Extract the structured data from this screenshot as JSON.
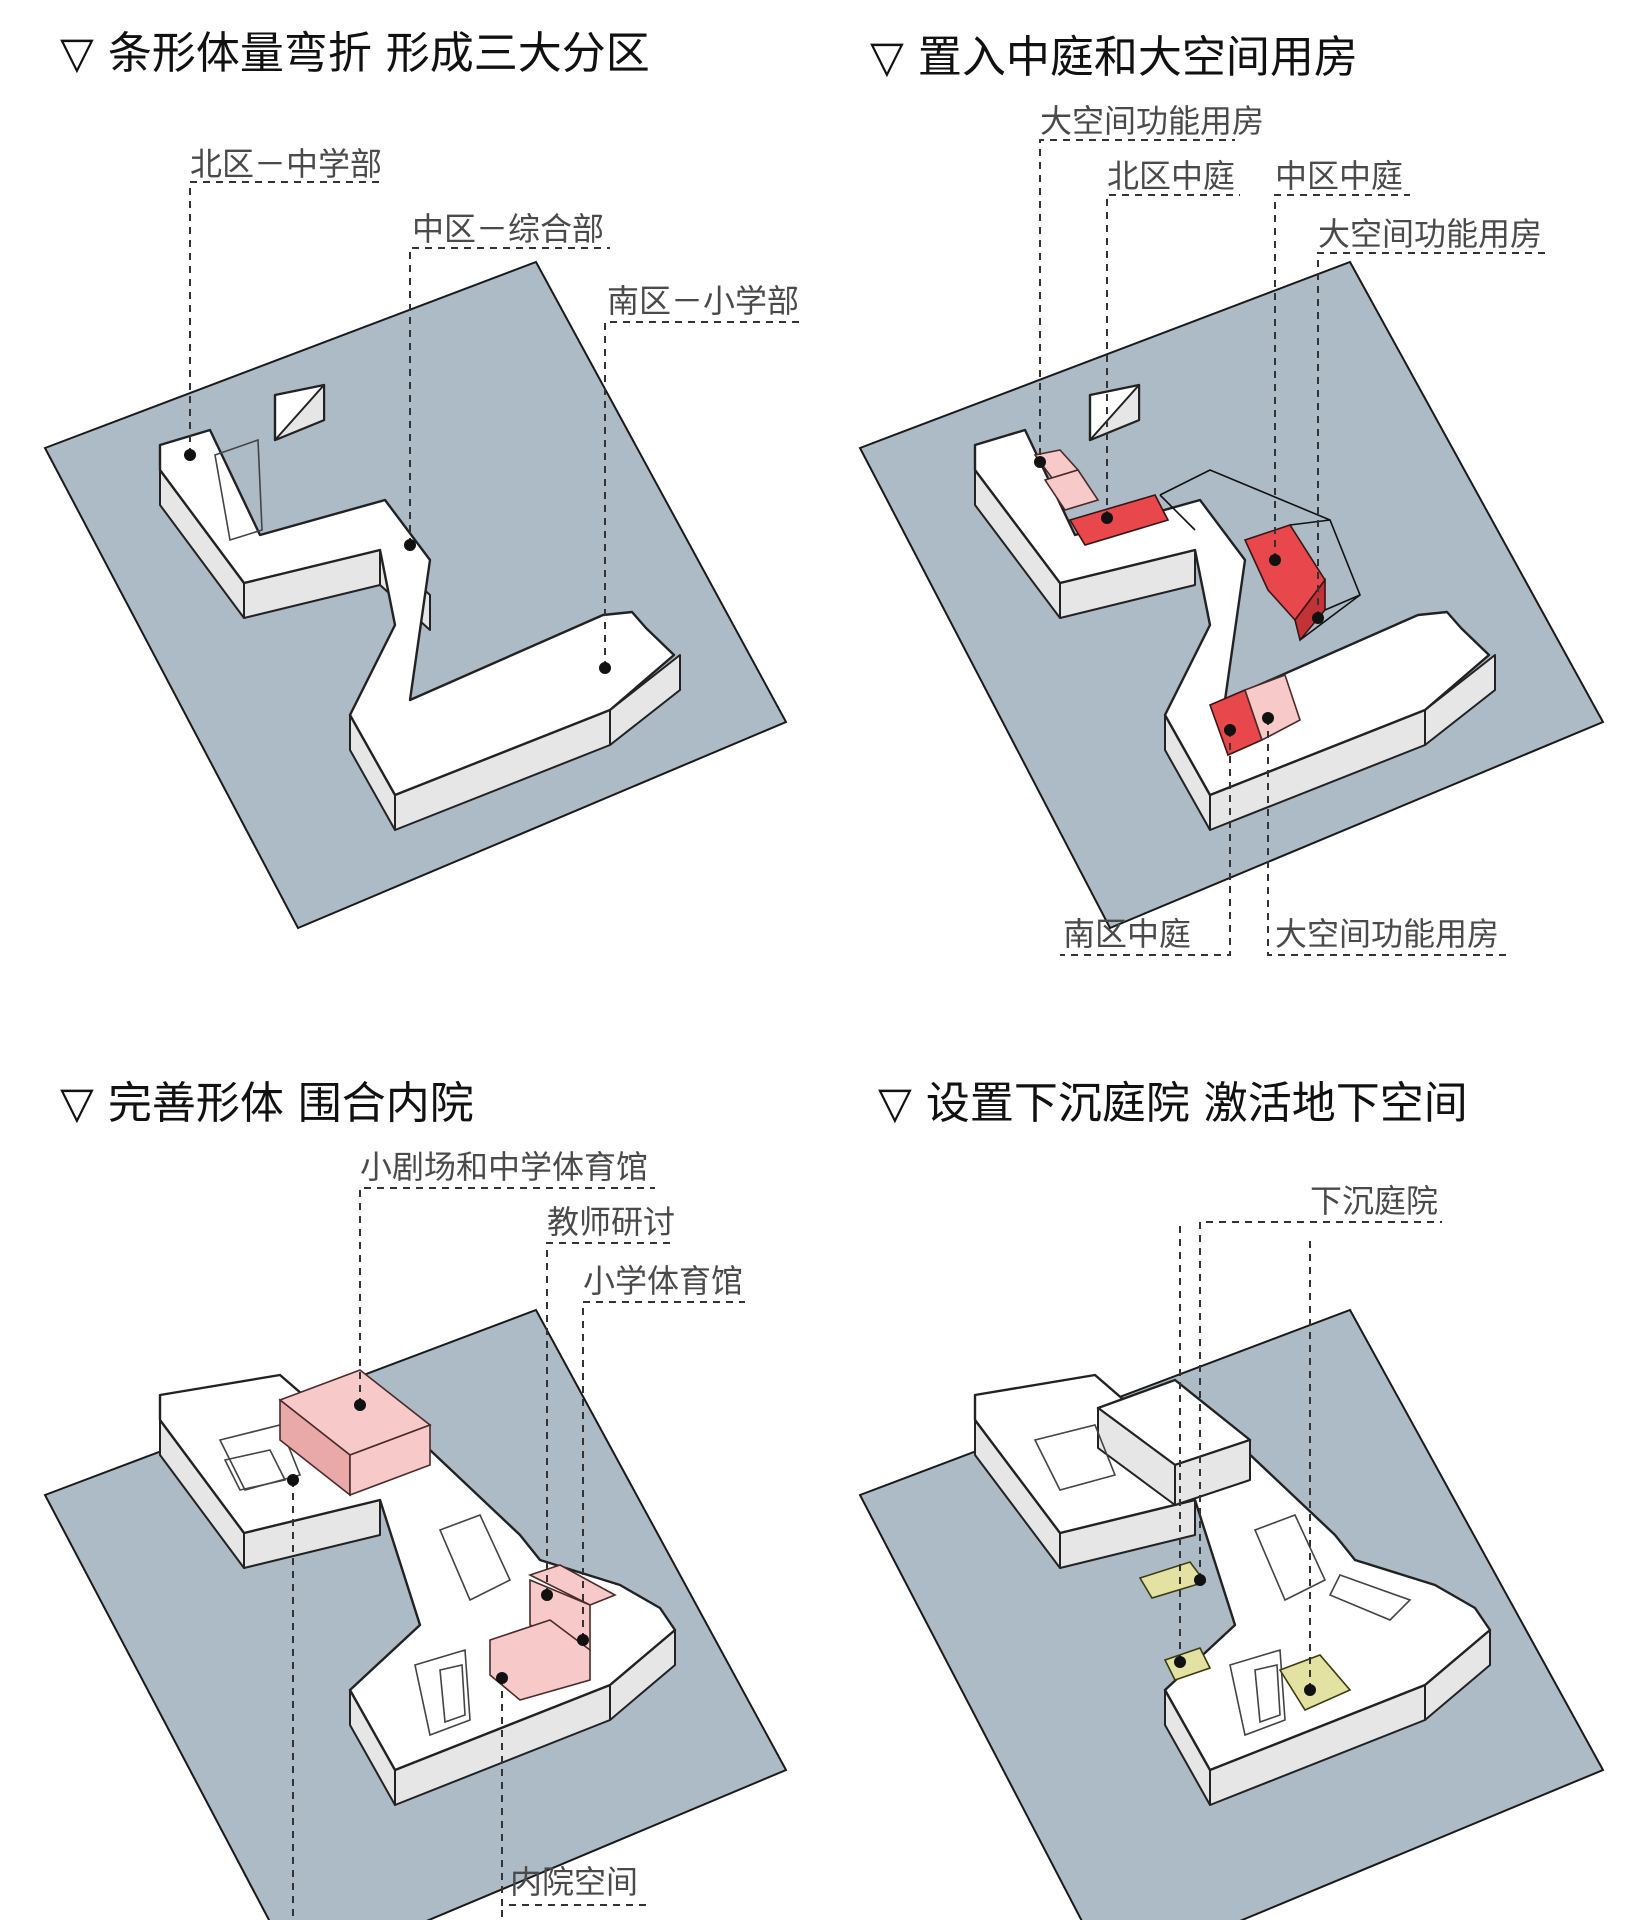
{
  "panels": [
    {
      "heading": "▽ 条形体量弯折   形成三大分区",
      "labels": [
        "北区－中学部",
        "中区－综合部",
        "南区－小学部"
      ]
    },
    {
      "heading": "▽ 置入中庭和大空间用房",
      "labels": [
        "大空间功能用房",
        "北区中庭",
        "中区中庭",
        "大空间功能用房",
        "南区中庭",
        "大空间功能用房"
      ]
    },
    {
      "heading": "▽ 完善形体   围合内院",
      "labels": [
        "小剧场和中学体育馆",
        "教师研讨",
        "小学体育馆",
        "内院空间"
      ]
    },
    {
      "heading": "▽ 设置下沉庭院  激活地下空间",
      "labels": [
        "下沉庭院"
      ]
    }
  ],
  "colors": {
    "site": "#acbbc6",
    "building": "#ffffff",
    "large_space": "#e8474b",
    "atrium": "#f7c9c9",
    "sunken_court": "#e3e2a2"
  }
}
